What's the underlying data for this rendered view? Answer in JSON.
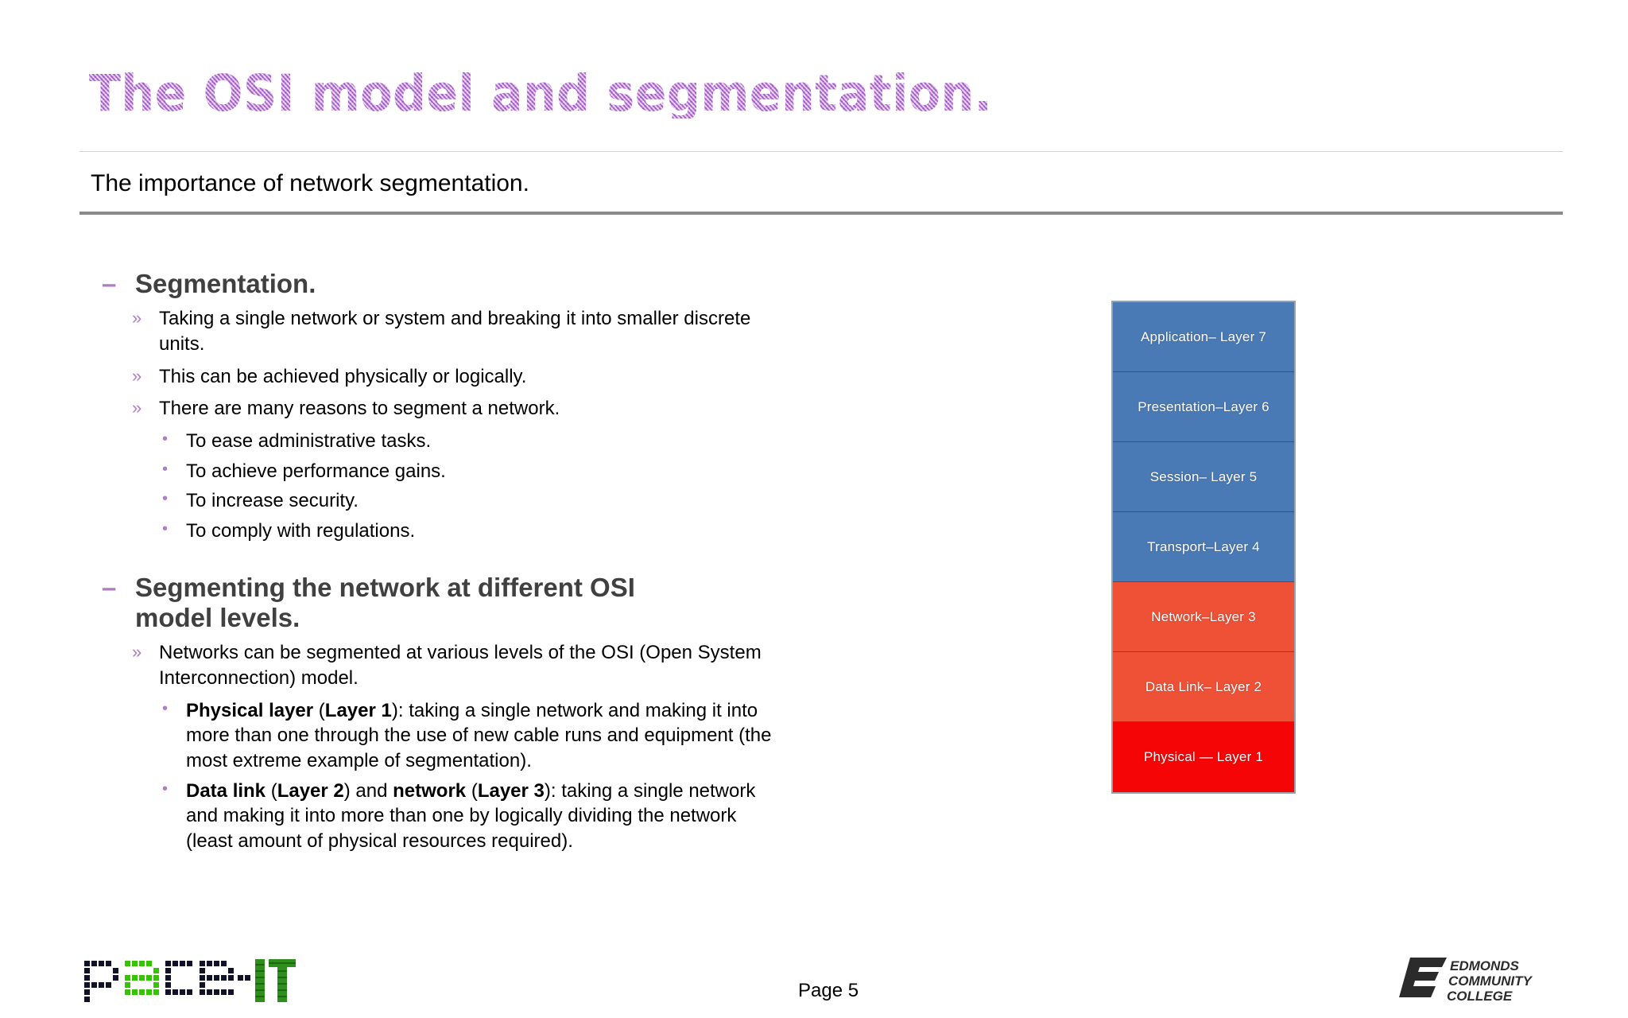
{
  "slide": {
    "title": "The OSI model and segmentation.",
    "subtitle": "The importance of network segmentation.",
    "page_label": "Page 5"
  },
  "colors": {
    "title_purple": "#b77ad6",
    "bullet_purple": "#b07cc6",
    "heading_gray": "#404040",
    "rule_thin": "#d2d2d2",
    "rule_thick": "#8a8a8a",
    "osi_blue": "#4a7ab5",
    "osi_orange_red": "#ee5136",
    "osi_red": "#f50505"
  },
  "content": {
    "sections": [
      {
        "heading": "Segmentation.",
        "marker": "–",
        "bullets": [
          {
            "marker": "»",
            "text": "Taking a single network or system and breaking it into smaller discrete units."
          },
          {
            "marker": "»",
            "text": "This can be achieved physically or logically."
          },
          {
            "marker": "»",
            "text": "There are many reasons to segment a network."
          }
        ],
        "sub_bullets": [
          {
            "marker": "•",
            "text": "To ease administrative tasks."
          },
          {
            "marker": "•",
            "text": "To achieve performance gains."
          },
          {
            "marker": "•",
            "text": "To increase security."
          },
          {
            "marker": "•",
            "text": "To comply with regulations."
          }
        ]
      },
      {
        "heading": "Segmenting the network at different OSI model levels.",
        "marker": "–",
        "bullets": [
          {
            "marker": "»",
            "text": "Networks can be segmented at various levels of the OSI (Open System Interconnection) model."
          }
        ],
        "sub_bullets": [
          {
            "marker": "•",
            "parts": [
              {
                "text": "Physical layer",
                "bold": true
              },
              {
                "text": " (",
                "bold": false
              },
              {
                "text": "Layer 1",
                "bold": true
              },
              {
                "text": "): taking a single network and making it into more than one through the use of new cable runs and equipment (the most extreme example of segmentation).",
                "bold": false
              }
            ]
          },
          {
            "marker": "•",
            "parts": [
              {
                "text": "Data link",
                "bold": true
              },
              {
                "text": " (",
                "bold": false
              },
              {
                "text": "Layer 2",
                "bold": true
              },
              {
                "text": ") and ",
                "bold": false
              },
              {
                "text": "network",
                "bold": true
              },
              {
                "text": " (",
                "bold": false
              },
              {
                "text": "Layer 3",
                "bold": true
              },
              {
                "text": "): taking a single network and making it into more than one by logically dividing the network (least amount of physical resources required).",
                "bold": false
              }
            ]
          }
        ]
      }
    ]
  },
  "osi_diagram": {
    "name": "osi-layer-stack",
    "layers": [
      {
        "label": "Application– Layer 7",
        "color": "#4a7ab5"
      },
      {
        "label": "Presentation–Layer 6",
        "color": "#4a7ab5"
      },
      {
        "label": "Session– Layer 5",
        "color": "#4a7ab5"
      },
      {
        "label": "Transport–Layer 4",
        "color": "#4a7ab5"
      },
      {
        "label": "Network–Layer 3",
        "color": "#ee5136"
      },
      {
        "label": "Data Link– Layer 2",
        "color": "#ee5136"
      },
      {
        "label": "Physical — Layer 1",
        "color": "#f50505"
      }
    ]
  },
  "footer": {
    "pace_logo_text": "pace-IT",
    "edmonds_logo_lines": [
      "EDMONDS",
      "COMMUNITY",
      "COLLEGE"
    ]
  }
}
